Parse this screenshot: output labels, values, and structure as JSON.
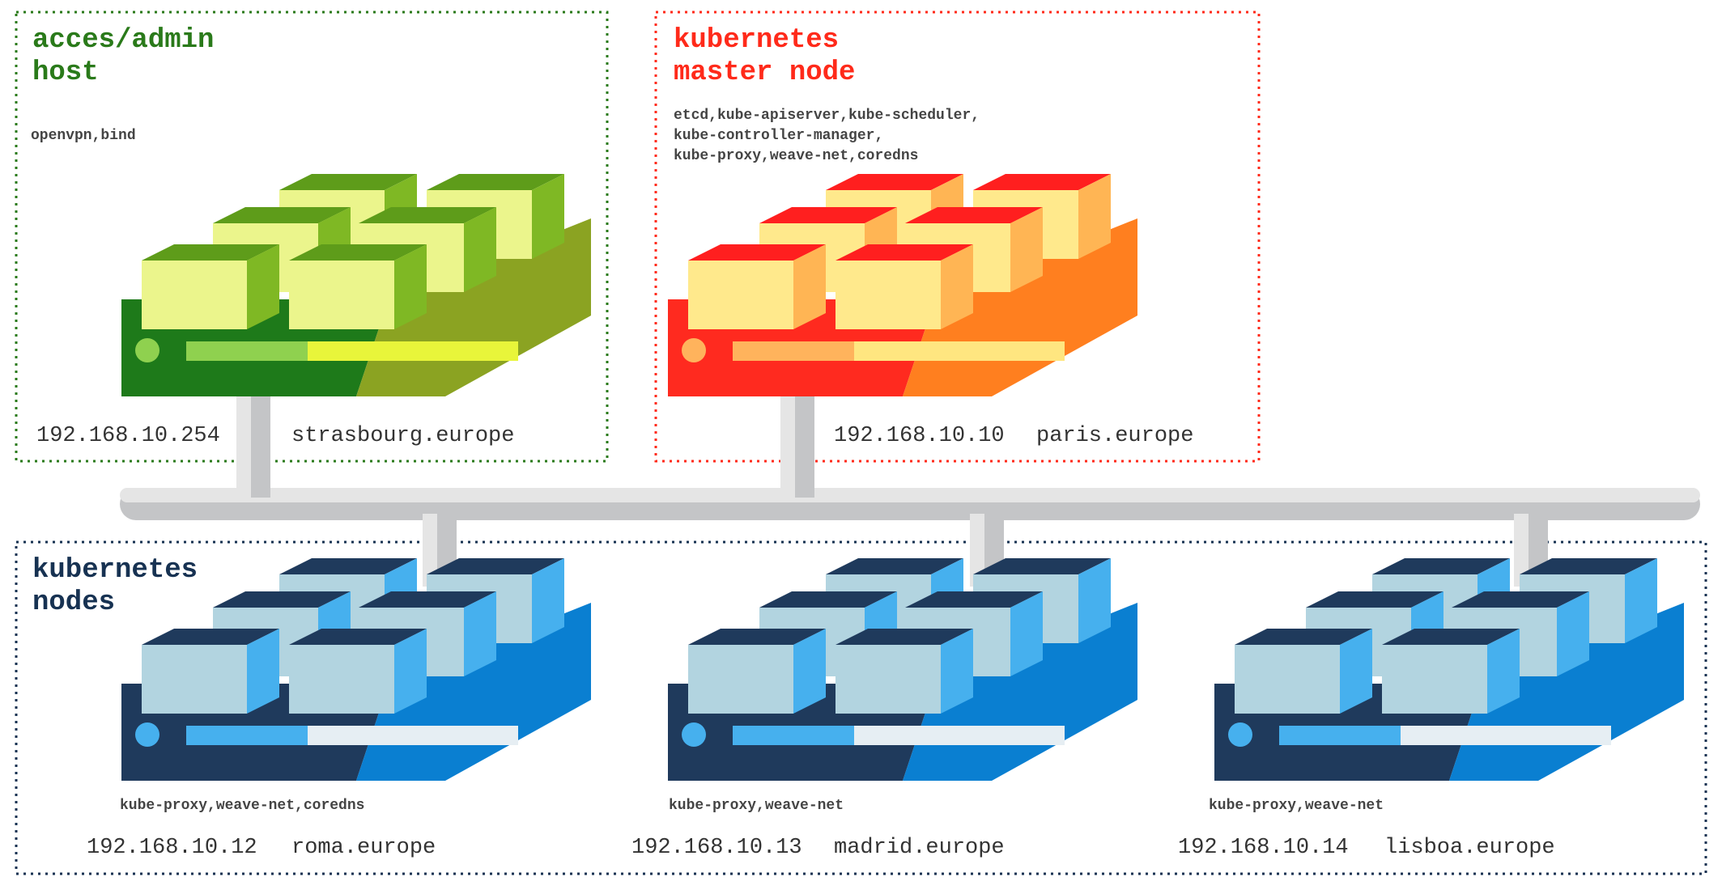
{
  "groups": {
    "admin": {
      "title_line1": "acces/admin",
      "title_line2": "host",
      "color": "#2a7a1a",
      "services": [
        "openvpn,bind"
      ],
      "ip": "192.168.10.254",
      "hostname": "strasbourg.europe"
    },
    "master": {
      "title_line1": "kubernetes",
      "title_line2": "master node",
      "color": "#ff2a1a",
      "services": [
        "etcd,kube-apiserver,kube-scheduler,",
        "kube-controller-manager,",
        "kube-proxy,weave-net,coredns"
      ],
      "ip": "192.168.10.10",
      "hostname": "paris.europe"
    },
    "nodes": {
      "title_line1": "kubernetes",
      "title_line2": "nodes",
      "color": "#173252",
      "hosts": [
        {
          "services": "kube-proxy,weave-net,coredns",
          "ip": "192.168.10.12",
          "hostname": "roma.europe"
        },
        {
          "services": "kube-proxy,weave-net",
          "ip": "192.168.10.13",
          "hostname": "madrid.europe"
        },
        {
          "services": "kube-proxy,weave-net",
          "ip": "192.168.10.14",
          "hostname": "lisboa.europe"
        }
      ]
    }
  },
  "palettes": {
    "green": {
      "left": "#1e7a1a",
      "right": "#8ba322",
      "led": "#8fd14f",
      "bar_l": "#8fd14f",
      "bar_r": "#e8f53a",
      "top": "#5e9c1a",
      "front": "#ebf58c",
      "side": "#7fb824"
    },
    "red": {
      "left": "#ff2a1f",
      "right": "#ff7f1f",
      "led": "#ffb35c",
      "bar_l": "#ffb35c",
      "bar_r": "#ffe680",
      "top": "#ff1f1f",
      "front": "#ffe98c",
      "side": "#ffb554"
    },
    "blue": {
      "left": "#1f3a5c",
      "right": "#0a7fd1",
      "led": "#46b0ee",
      "bar_l": "#46b0ee",
      "bar_r": "#e6eef3",
      "top": "#1f3a5c",
      "front": "#b2d4e0",
      "side": "#46b0ee"
    },
    "bus": {
      "top": "#e5e5e5",
      "bottom": "#c4c5c7"
    }
  }
}
